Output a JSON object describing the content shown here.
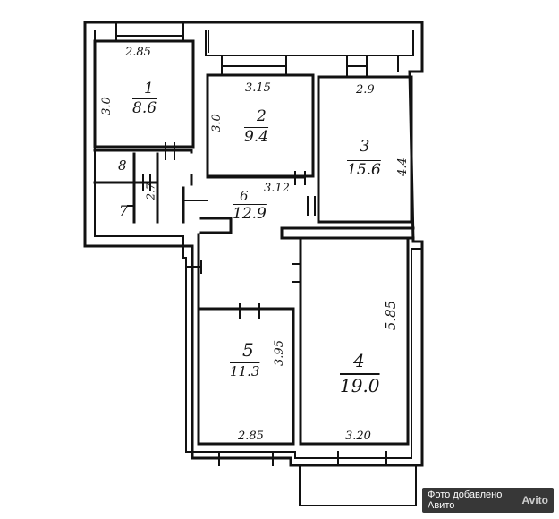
{
  "rooms": [
    {
      "number": "1",
      "area": "8.6"
    },
    {
      "number": "2",
      "area": "9.4"
    },
    {
      "number": "3",
      "area": "15.6"
    },
    {
      "number": "4",
      "area": "19.0"
    },
    {
      "number": "5",
      "area": "11.3"
    },
    {
      "number": "6",
      "area": "12.9"
    },
    {
      "number": "7"
    }
  ],
  "dimensions": {
    "room1_width": "2.85",
    "room1_depth": "3.0",
    "room2_width": "3.15",
    "room2_depth": "3.0",
    "room3_width": "2.9",
    "room3_depth": "4.4",
    "room4_depth": "5.85",
    "room4_width": "3.20",
    "room5_width": "2.85",
    "room5_depth": "3.95",
    "hall_width": "3.12",
    "corridor_depth": "2.7",
    "bath_label": "8"
  },
  "watermark": {
    "text": "Фото добавлено Авито",
    "logo": "Avito"
  }
}
